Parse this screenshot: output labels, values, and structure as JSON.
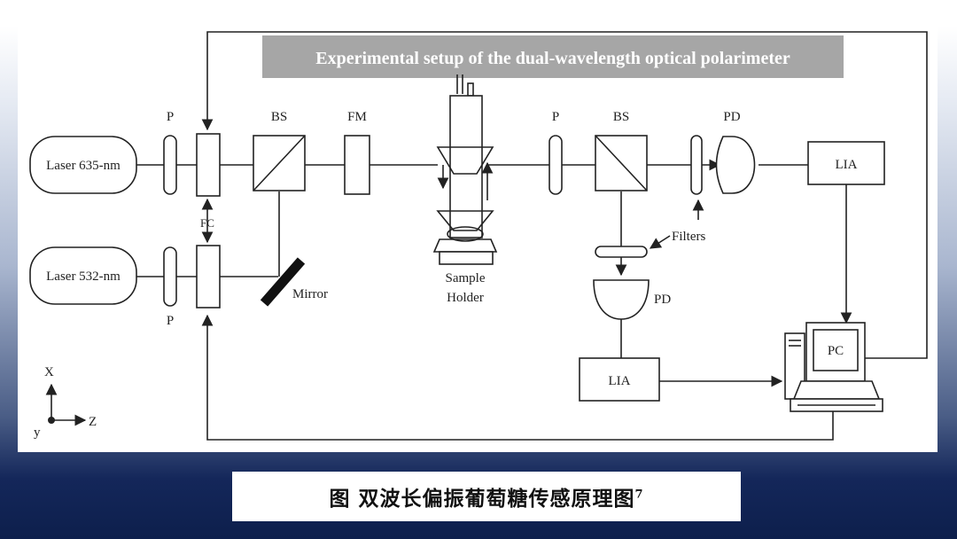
{
  "diagram": {
    "title": "Experimental setup of the dual-wavelength optical polarimeter",
    "labels": {
      "laser635": "Laser 635-nm",
      "laser532": "Laser 532-nm",
      "p_top": "P",
      "p_bottom": "P",
      "p_right": "P",
      "bs_left": "BS",
      "bs_right": "BS",
      "fm": "FM",
      "fc": "FC",
      "mirror": "Mirror",
      "sample_line1": "Sample",
      "sample_line2": "Holder",
      "pd_top": "PD",
      "pd_bottom": "PD",
      "filters": "Filters",
      "lia_top": "LIA",
      "lia_bottom": "LIA",
      "pc": "PC",
      "axis_x": "X",
      "axis_y": "y",
      "axis_z": "Z"
    }
  },
  "caption": {
    "text": "图 双波长偏振葡萄糖传感原理图",
    "superscript": "7"
  }
}
